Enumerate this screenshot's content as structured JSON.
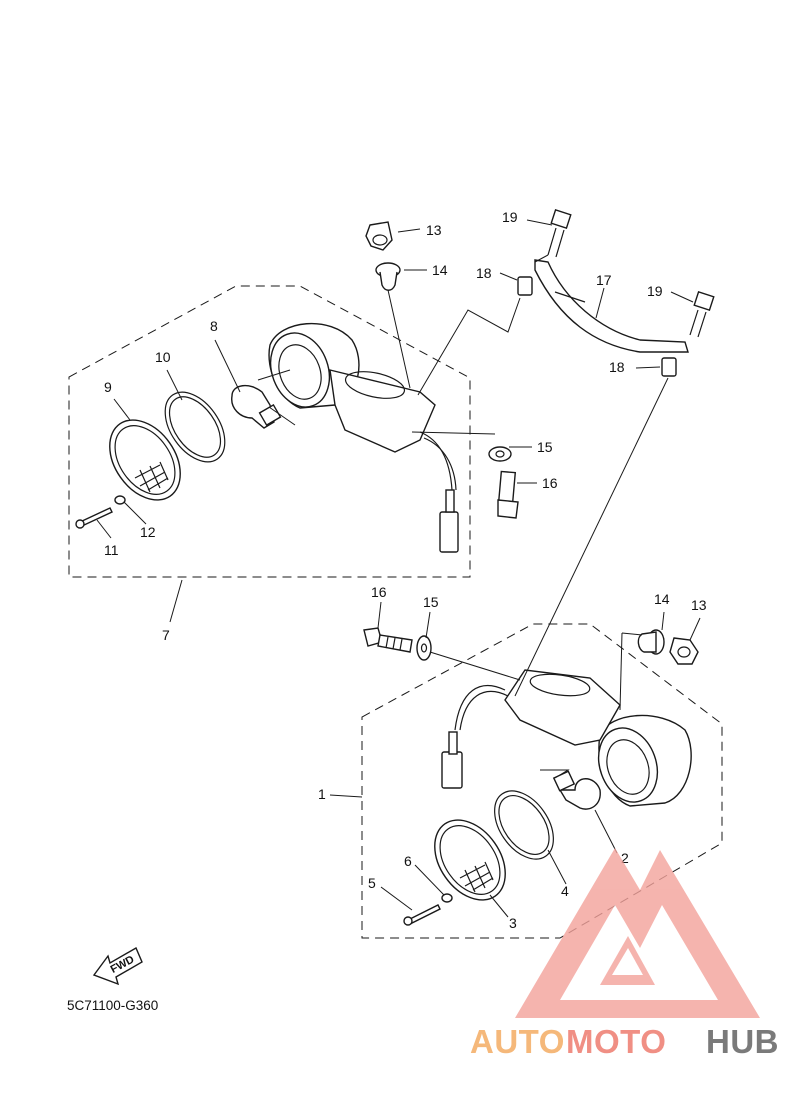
{
  "diagram": {
    "code": "5C71100-G360",
    "fwd_label": "FWD",
    "callouts": {
      "c1": "1",
      "c2": "2",
      "c3": "3",
      "c4": "4",
      "c5": "5",
      "c6": "6",
      "c7": "7",
      "c8": "8",
      "c9": "9",
      "c10": "10",
      "c11": "11",
      "c12": "12",
      "c13a": "13",
      "c14a": "14",
      "c15a": "15",
      "c16a": "16",
      "c17": "17",
      "c18a": "18",
      "c18b": "18",
      "c19a": "19",
      "c19b": "19",
      "c13b": "13",
      "c14b": "14",
      "c15b": "15",
      "c16b": "16"
    }
  },
  "watermark": {
    "part1": "AUTO",
    "part2": "MOTO",
    "part3": "HUB",
    "colors": {
      "auto": "#f5b87a",
      "moto": "#f08f84",
      "hub": "#7a7a7a",
      "logo": "#f3a29b"
    }
  }
}
